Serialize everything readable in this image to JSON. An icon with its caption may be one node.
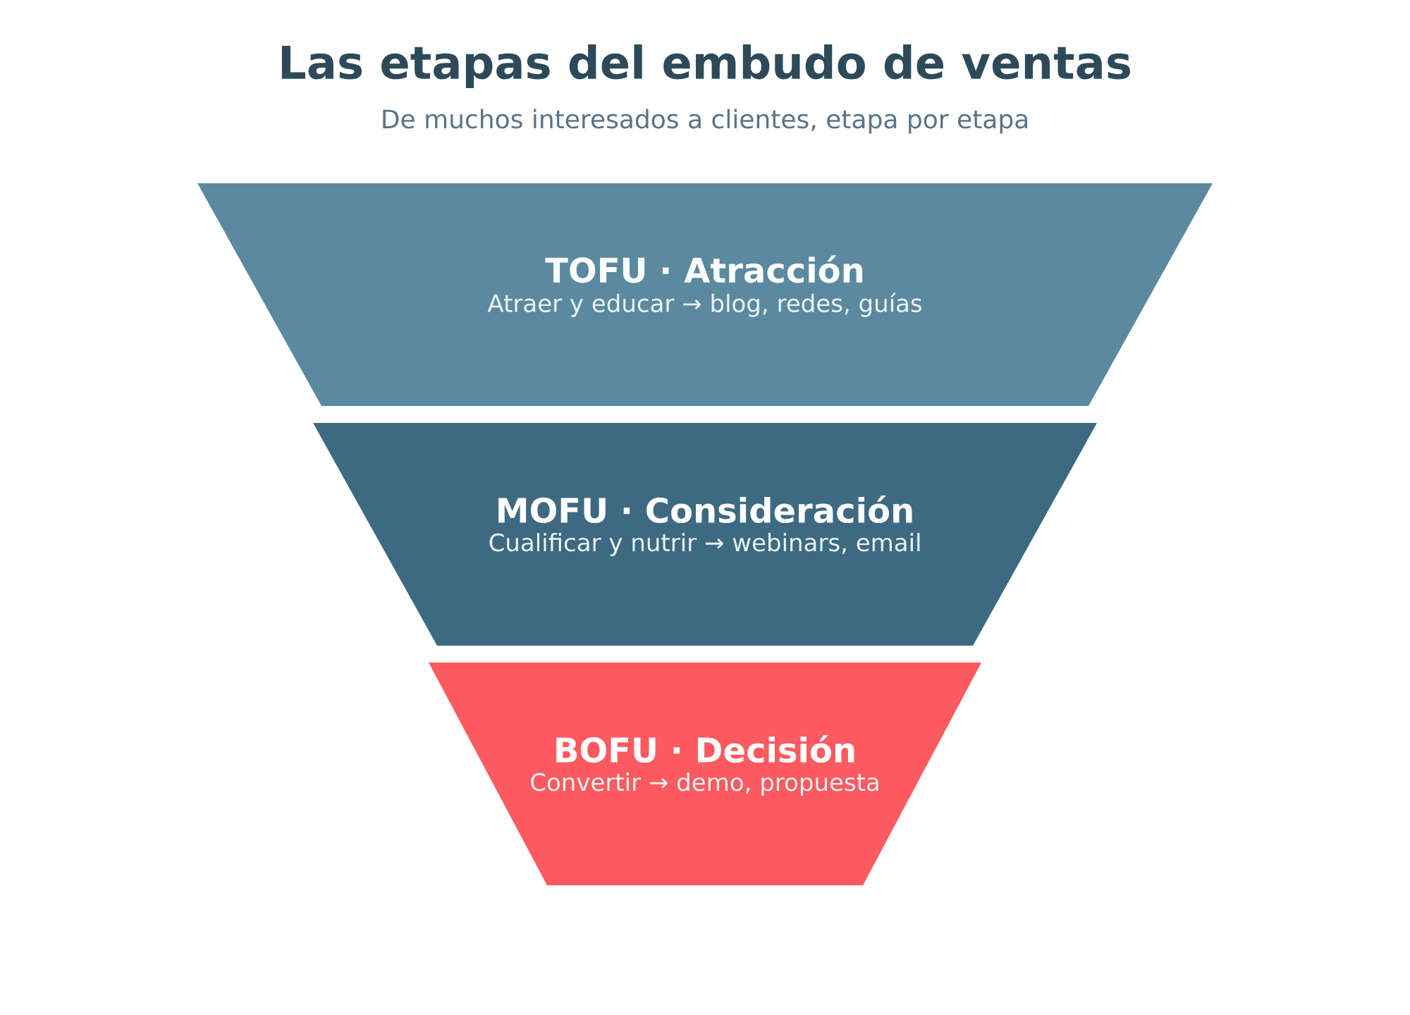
{
  "diagram": {
    "title": "Las etapas del embudo de ventas",
    "nodes": [
      {
        "text": [
          "TOFU · Atracción",
          "Atraer y educar → blog, redes, guías"
        ]
      },
      {
        "text": [
          "MOFU · Consideración",
          "Cualificar y nutrir → webinars, email"
        ]
      },
      {
        "text": [
          "BOFU · Decisión",
          "Convertir → demo, propuesta"
        ]
      }
    ],
    "labels": [
      "De muchos interesados a clientes, etapa por etapa"
    ]
  }
}
